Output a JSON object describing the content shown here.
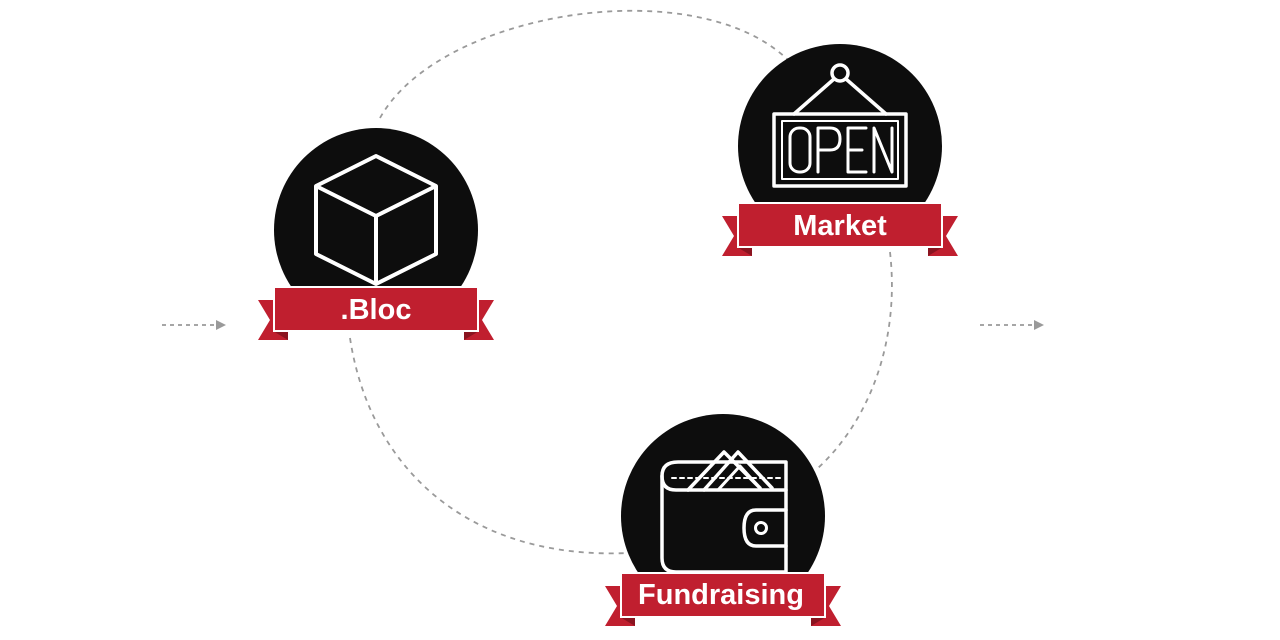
{
  "diagram": {
    "nodes": [
      {
        "id": "bloc",
        "label": ".Bloc",
        "icon": "cube-icon"
      },
      {
        "id": "market",
        "label": "Market",
        "icon": "open-sign-icon"
      },
      {
        "id": "fundraising",
        "label": "Fundraising",
        "icon": "wallet-icon"
      }
    ],
    "colors": {
      "circle": "#0d0d0d",
      "ribbon": "#c01f2f",
      "ribbon_fold": "#8a1420",
      "icon_stroke": "#ffffff",
      "label_text": "#ffffff",
      "dashed_line": "#9a9a9a",
      "background": "#ffffff"
    }
  }
}
